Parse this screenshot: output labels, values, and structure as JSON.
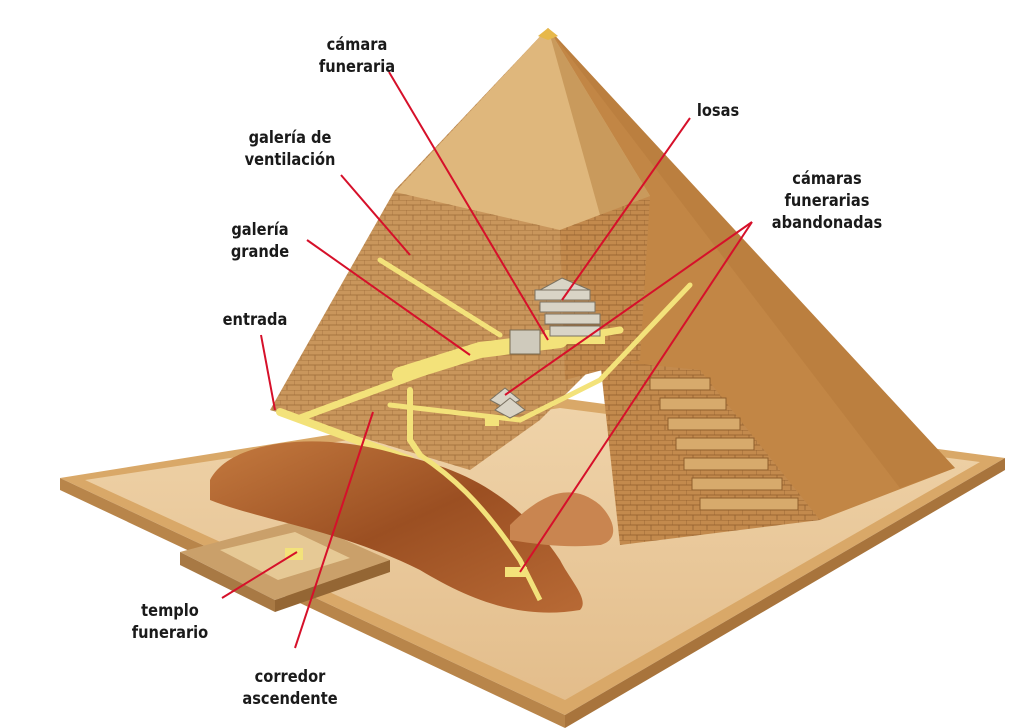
{
  "labels": {
    "camara_funeraria": [
      "cámara",
      "funeraria"
    ],
    "galeria_ventilacion": [
      "galería de",
      "ventilación"
    ],
    "galeria_grande": [
      "galería",
      "grande"
    ],
    "entrada": [
      "entrada"
    ],
    "losas": [
      "losas"
    ],
    "camaras_abandonadas": [
      "cámaras",
      "funerarias",
      "abandonadas"
    ],
    "templo_funerario": [
      "templo",
      "funerario"
    ],
    "corredor_ascendente": [
      "corredor",
      "ascendente"
    ]
  },
  "colors": {
    "leader_line": "#d6102a",
    "sand_light": "#e8c89a",
    "stone_face_left": "#c99862",
    "stone_face_right": "#b98245",
    "casing_light": "#dcb87c",
    "casing_dark": "#b57a3c",
    "corridor": "#f3e27a",
    "rock": "#a95a2b"
  }
}
